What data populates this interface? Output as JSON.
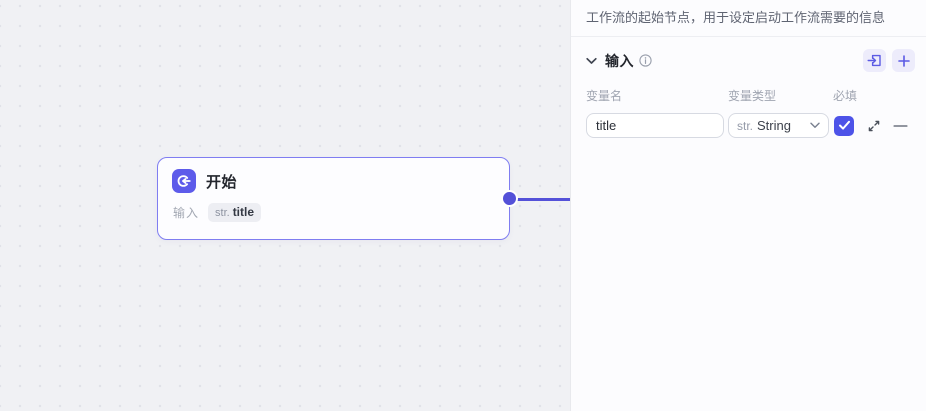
{
  "canvas": {
    "node": {
      "title": "开始",
      "io_label": "输入",
      "chip_prefix": "str.",
      "chip_value": "title"
    }
  },
  "panel": {
    "description": "工作流的起始节点，用于设定启动工作流需要的信息",
    "input_section": {
      "title": "输入",
      "columns": {
        "name": "变量名",
        "type": "变量类型",
        "required": "必填"
      },
      "row": {
        "name_value": "title",
        "type_prefix": "str.",
        "type_name": "String",
        "required_checked": "true"
      }
    }
  },
  "icons": {
    "node_icon": "start-circle-arrow-icon",
    "header_left": "chevron-down-icon",
    "header_info": "info-circle-icon",
    "header_buttons": [
      "import-icon",
      "plus-icon"
    ],
    "row_icons": [
      "checkbox-check-icon",
      "expand-diagonal-icon",
      "minus-icon"
    ]
  },
  "colors": {
    "accent": "#5b5ae4",
    "edge": "#5451d8",
    "checkbox": "#4d53e8",
    "node_icon_bg": "#5d5bea",
    "node_border": "#7f7df1",
    "icon_button_bg": "#edecfb",
    "canvas_bg": "#f0f1f4"
  }
}
